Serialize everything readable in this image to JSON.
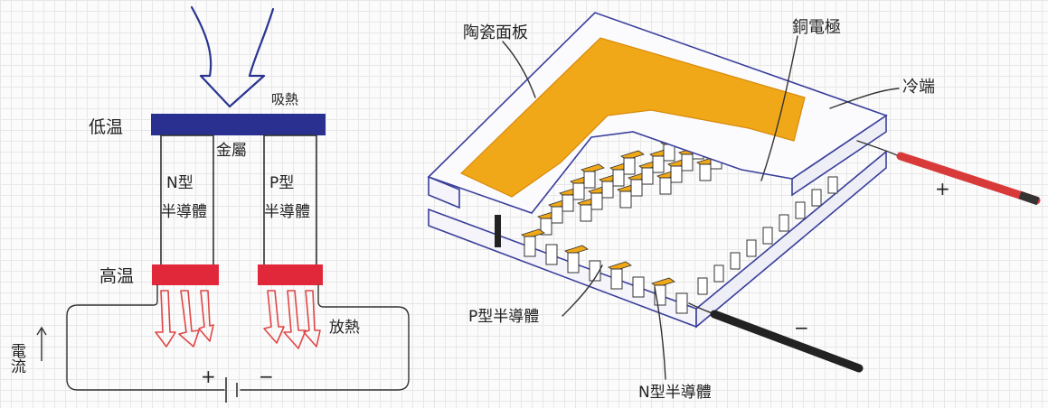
{
  "colors": {
    "cold_plate": "#2a3090",
    "hot_plate": "#e0283a",
    "heat_out_arrow": "#e04646",
    "heat_in_arrow": "#2a3590",
    "ceramic_fill": "#f0a818",
    "module_outline": "#3a3f9a",
    "positive_wire": "#d83a3a",
    "negative_wire": "#222222"
  },
  "left": {
    "low_temp": "低温",
    "heat_absorb": "吸熱",
    "metal": "金屬",
    "n_type": {
      "line1": "N型",
      "line2": "半導體"
    },
    "p_type": {
      "line1": "P型",
      "line2": "半導體"
    },
    "high_temp": "高温",
    "heat_release": "放熱",
    "current": "電流",
    "plus": "+",
    "minus": "−"
  },
  "right": {
    "ceramic_panel": "陶瓷面板",
    "copper_electrode": "銅電極",
    "cold_end": "冷端",
    "plus": "+",
    "minus": "−",
    "p_type_label": "P型半導體",
    "n_type_label": "N型半導體"
  }
}
